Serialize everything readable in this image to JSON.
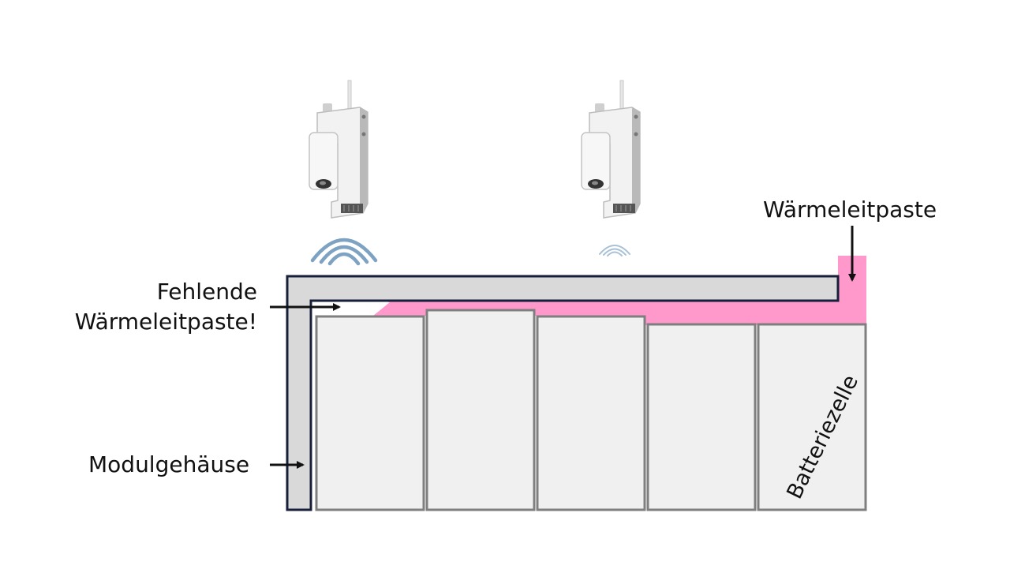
{
  "labels": {
    "thermal_paste": "Wärmeleitpaste",
    "missing_paste_line1": "Fehlende",
    "missing_paste_line2": "Wärmeleitpaste!",
    "module_housing": "Modulgehäuse",
    "battery_cell": "Batteriezelle"
  },
  "colors": {
    "thermal_paste": "#ff99cc",
    "housing_fill": "#d9d9d9",
    "housing_outline": "#17203a",
    "cell_fill": "#f0f0f0",
    "cell_outline": "#7f7f7f",
    "wave_strong": "#7ea3c2",
    "wave_weak": "#a9c2d7",
    "sensor_body": "#f2f2f2"
  },
  "sensors": [
    {
      "icon": "thermal-camera-icon",
      "signal": "strong"
    },
    {
      "icon": "thermal-camera-icon",
      "signal": "weak"
    }
  ],
  "battery_cells_count": 5
}
